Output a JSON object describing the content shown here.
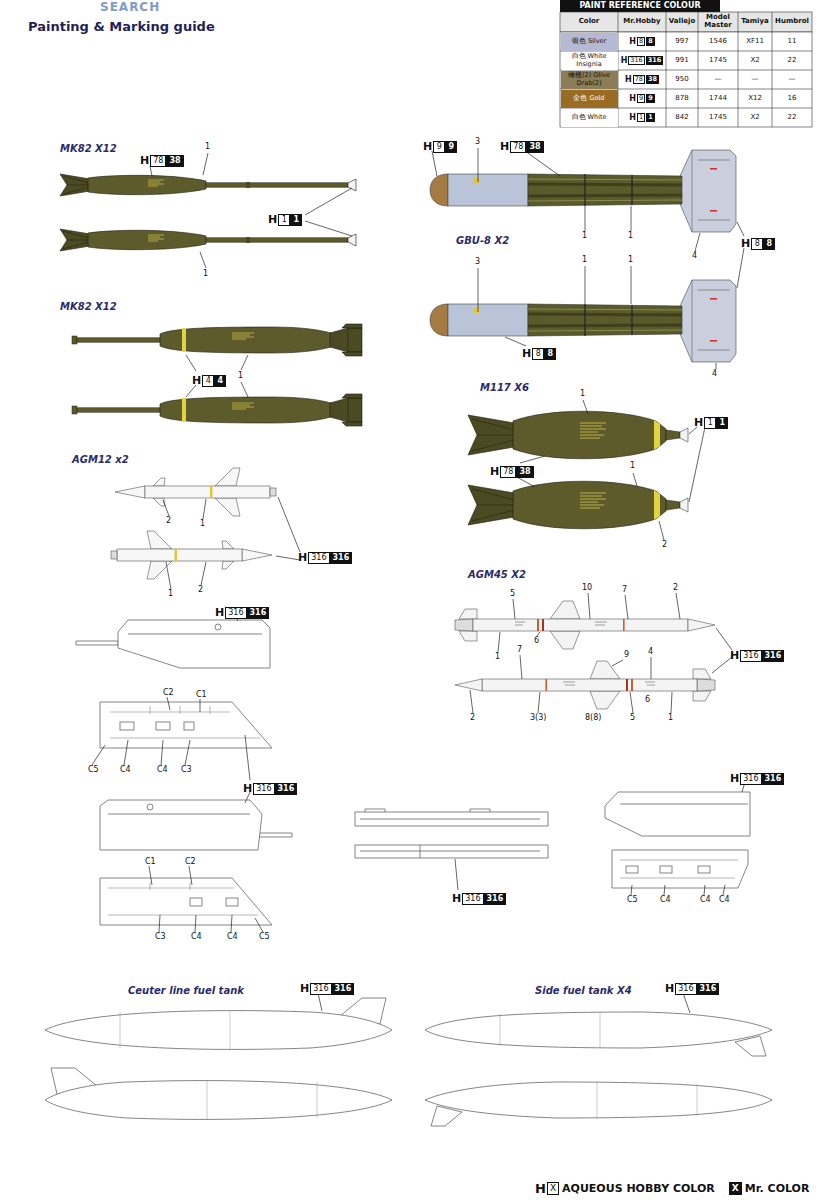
{
  "diagram": {
    "title": "Painting & Marking guide",
    "labels": [
      "SEARCH",
      "PAINT REFERENCE COLOUR",
      "Color",
      "Mr.Hobby",
      "Vallejo",
      "Model Master",
      "Tamiya",
      "Humbrol",
      "H",
      "8",
      "8",
      "997",
      "1546",
      "XF11",
      "11",
      "H",
      "316",
      "316",
      "991",
      "1745",
      "X2",
      "22",
      "H",
      "78",
      "38",
      "950",
      "—",
      "—",
      "—",
      "H",
      "9",
      "9",
      "878",
      "1744",
      "X12",
      "16",
      "H",
      "1",
      "1",
      "842",
      "1745",
      "X2",
      "22",
      "MK82 X12",
      "H",
      "78",
      "38",
      "1",
      "H",
      "1",
      "1",
      "1",
      "MK82 X12",
      "H",
      "4",
      "4",
      "1",
      "AGM12 x2",
      "2",
      "1",
      "1",
      "2",
      "H",
      "316",
      "316",
      "H",
      "9",
      "9",
      "3",
      "H",
      "78",
      "38",
      "1",
      "1",
      "4",
      "GBU-8 X2",
      "H",
      "8",
      "8",
      "3",
      "1",
      "1",
      "H",
      "8",
      "8",
      "4",
      "M117 X6",
      "1",
      "H",
      "1",
      "1",
      "H",
      "78",
      "38",
      "1",
      "2",
      "AGM45 X2",
      "5",
      "10",
      "7",
      "2",
      "6",
      "1",
      "H",
      "316",
      "316",
      "7",
      "9",
      "4",
      "6",
      "2",
      "3(3)",
      "8(8)",
      "5",
      "1",
      "H",
      "316",
      "316",
      "C2",
      "C1",
      "C5",
      "C4",
      "C4",
      "C3",
      "H",
      "316",
      "316",
      "C1",
      "C2",
      "C3",
      "C4",
      "C4",
      "C5",
      "H",
      "316",
      "316",
      "H",
      "316",
      "316",
      "C5",
      "C4",
      "C4",
      "C4",
      "Ceuter line fuel tank",
      "H",
      "316",
      "316",
      "Side fuel tank X4",
      "H",
      "316",
      "316",
      "H",
      "X",
      "AQUEOUS HOBBY COLOR",
      "X",
      "Mr. COLOR"
    ],
    "legend": [
      {
        "text": "银色 Silver",
        "color": "#b6b9d4"
      },
      {
        "text": "白色 White Insignia",
        "color": "#ffffff"
      },
      {
        "text": "橄榄(2) Olive Drab(2)",
        "color": "#8b7d55"
      },
      {
        "text": "金色 Gold",
        "color": "#9a6b22"
      },
      {
        "text": "白色 White",
        "color": "#ffffff"
      }
    ]
  }
}
